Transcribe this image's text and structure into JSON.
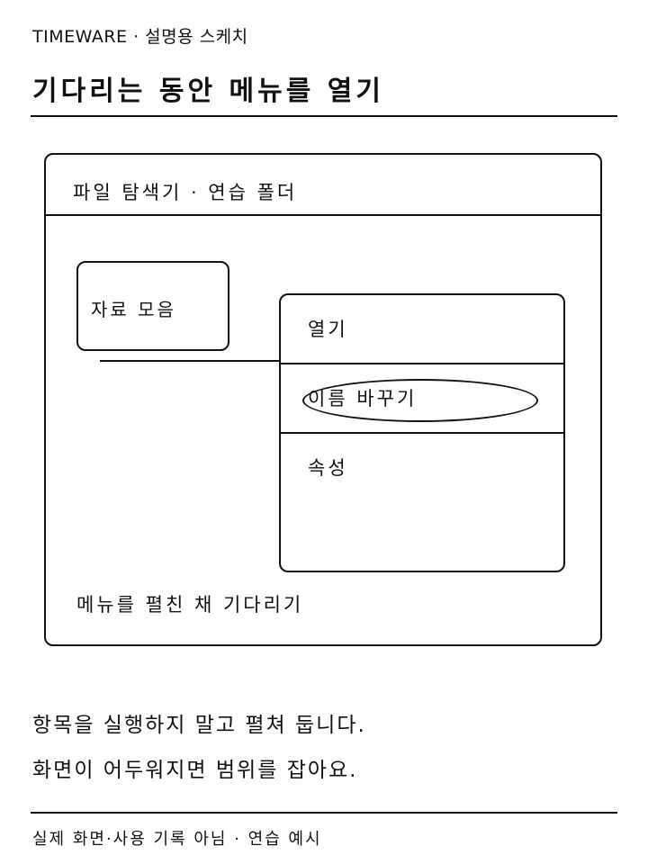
{
  "header": {
    "kicker": "TIMEWARE · 설명용 스케치",
    "title": "기다리는 동안 메뉴를 열기"
  },
  "window": {
    "title": "파일 탐색기 · 연습 폴더",
    "folder": {
      "label": "자료 모음"
    },
    "context_menu": {
      "items": [
        {
          "label": "열기"
        },
        {
          "label": "이름 바꾸기",
          "highlighted": true
        },
        {
          "label": "속성"
        }
      ]
    },
    "caption": "메뉴를 펼친 채 기다리기"
  },
  "body": {
    "line1": "항목을 실행하지 말고 펼쳐 둡니다.",
    "line2": "화면이 어두워지면 범위를 잡아요."
  },
  "footer": {
    "note": "실제 화면·사용 기록 아님 · 연습 예시"
  }
}
